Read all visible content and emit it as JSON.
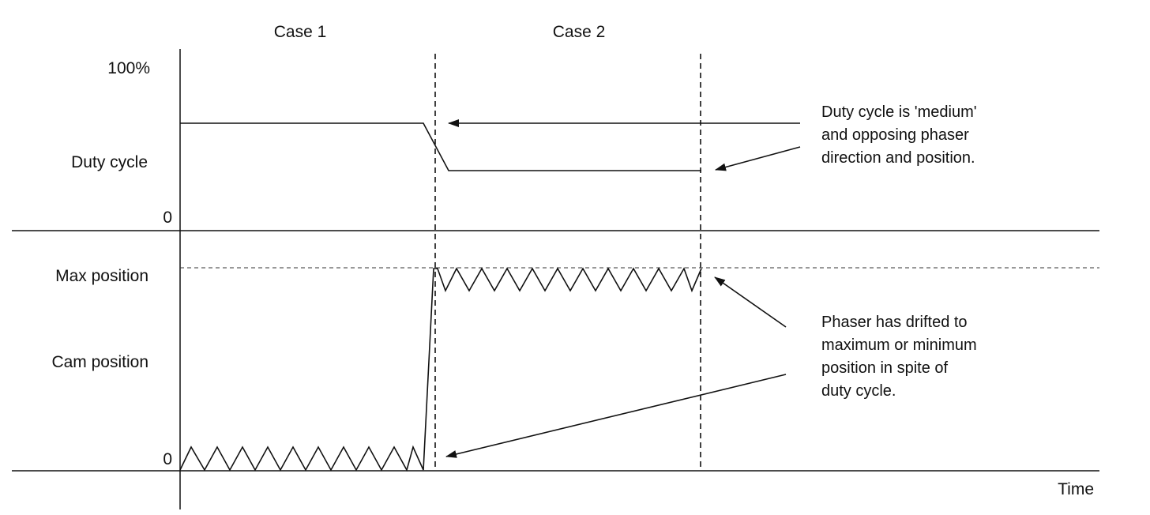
{
  "header": {
    "case1_label": "Case 1",
    "case2_label": "Case 2"
  },
  "duty_panel": {
    "top_label": "100%",
    "signal_label": "Duty cycle",
    "zero_label": "0"
  },
  "cam_panel": {
    "max_label": "Max position",
    "signal_label": "Cam position",
    "zero_label": "0"
  },
  "time_axis": {
    "label": "Time"
  },
  "annotations": {
    "duty_note": [
      "Duty cycle is 'medium'",
      "and opposing phaser",
      "direction and position."
    ],
    "phaser_note": [
      "Phaser has drifted to",
      "maximum or minimum",
      "position in spite of",
      "duty cycle."
    ]
  },
  "colors": {
    "ink": "#111111",
    "background": "#ffffff"
  }
}
